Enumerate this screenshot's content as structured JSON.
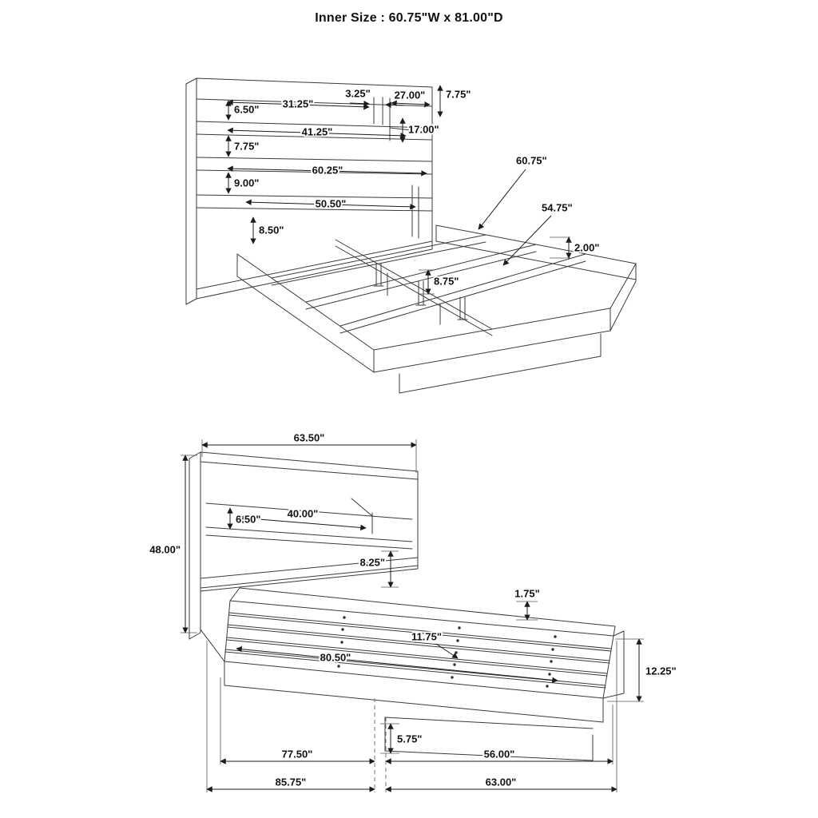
{
  "page": {
    "title": "Inner Size : 60.75\"W x 81.00\"D"
  },
  "upper_view": {
    "dims": {
      "w31_25": "31.25\"",
      "w3_25": "3.25\"",
      "w27_00": "27.00\"",
      "h7_75_top": "7.75\"",
      "h6_50": "6.50\"",
      "w41_25": "41.25\"",
      "h17_00": "17.00\"",
      "h7_75": "7.75\"",
      "w60_25": "60.25\"",
      "h9_00": "9.00\"",
      "w50_50": "50.50\"",
      "h8_50": "8.50\"",
      "l60_75": "60.75\"",
      "l54_75": "54.75\"",
      "h2_00": "2.00\"",
      "h8_75": "8.75\""
    }
  },
  "lower_view": {
    "dims": {
      "w63_50": "63.50\"",
      "w40_00": "40.00\"",
      "h6_50": "6.50\"",
      "h48_00": "48.00\"",
      "h8_25": "8.25\"",
      "h1_75": "1.75\"",
      "s11_75": "11.75\"",
      "l80_50": "80.50\"",
      "h12_25": "12.25\"",
      "h5_75": "5.75\"",
      "l77_50": "77.50\"",
      "l56_00": "56.00\"",
      "l85_75": "85.75\"",
      "l63_00": "63.00\""
    }
  }
}
